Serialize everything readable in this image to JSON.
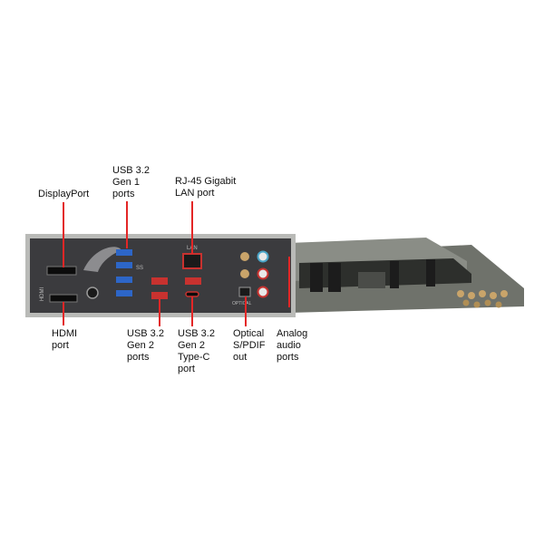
{
  "diagram": {
    "labels": {
      "usb_gen1": "USB 3.2\nGen 1\nports",
      "displayport": "DisplayPort",
      "rj45": "RJ-45 Gigabit\nLAN port",
      "hdmi": "HDMI\nport",
      "usb_gen2": "USB 3.2\nGen 2\nports",
      "usb_typec": "USB 3.2\nGen 2\nType-C\nport",
      "optical": "Optical\nS/PDIF\nout",
      "analog": "Analog\naudio\nports"
    },
    "panel_text": {
      "hdmi_tag": "HDMI",
      "lan_tag": "LAN",
      "usb_tag": "SS",
      "optical_tag": "OPTICAL"
    },
    "colors": {
      "leader": "#e32626",
      "panel": "#3b3b3e",
      "usb_blue": "#2d66c8",
      "usb_red": "#c8322f",
      "board": "#6f726b"
    }
  }
}
